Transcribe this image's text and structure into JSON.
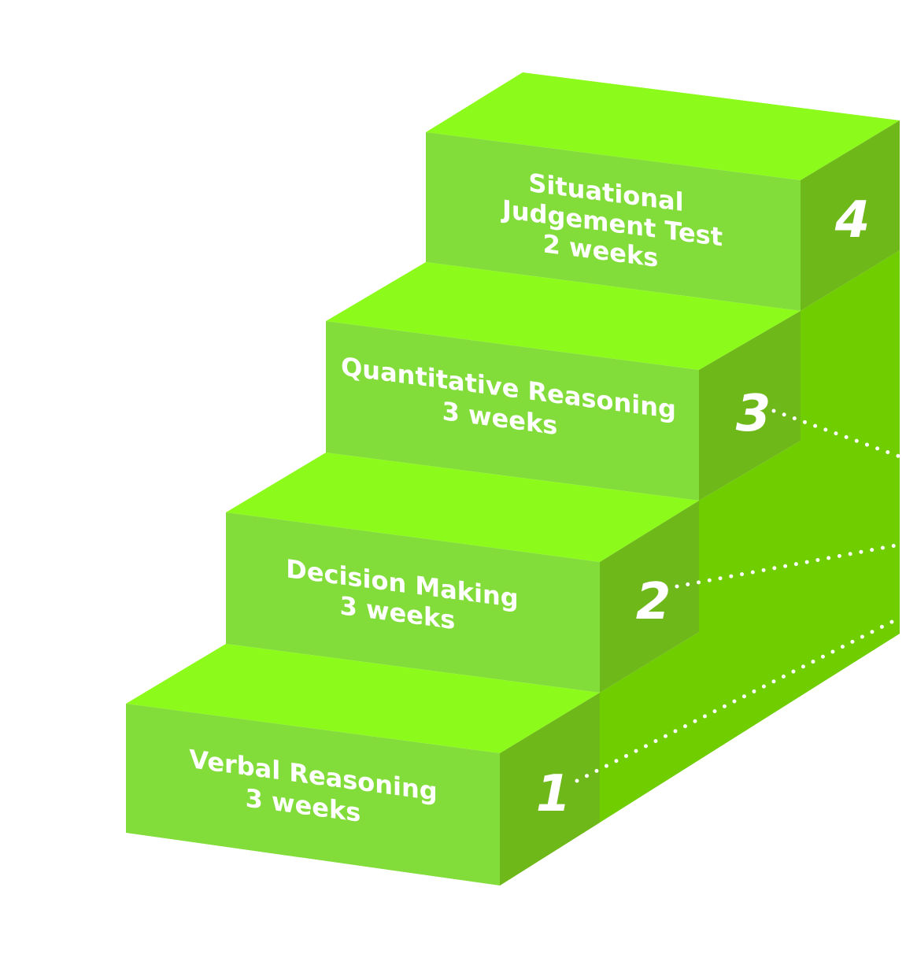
{
  "steps": [
    {
      "number": "1",
      "title_lines": [
        "Verbal Reasoning"
      ],
      "duration": "3 weeks"
    },
    {
      "number": "2",
      "title_lines": [
        "Decision Making"
      ],
      "duration": "3 weeks"
    },
    {
      "number": "3",
      "title_lines": [
        "Quantitative Reasoning"
      ],
      "duration": "3 weeks"
    },
    {
      "number": "4",
      "title_lines": [
        "Situational",
        "Judgement Test"
      ],
      "duration": "2 weeks"
    }
  ],
  "colors": {
    "top_face": "#8cfa1a",
    "front_face": "#82dd3a",
    "side_face": "#6eb81a",
    "back_wall": "#6fcd00",
    "label": "#ffffff",
    "dots": "#ffffff"
  }
}
